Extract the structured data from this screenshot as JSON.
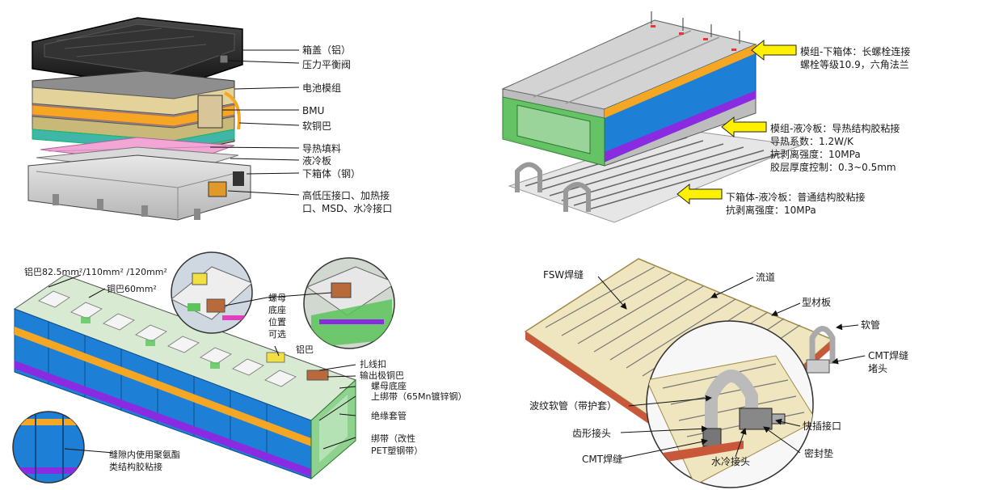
{
  "panel_tl": {
    "labels": [
      "箱盖（铝）",
      "压力平衡阀",
      "电池模组",
      "BMU",
      "软铜巴",
      "导热填料",
      "液冷板",
      "下箱体（钢）"
    ],
    "ports_line1": "高低压接口、加热接",
    "ports_line2": "口、MSD、水冷接口"
  },
  "panel_tr": {
    "callout1_line1": "模组-下箱体：长螺栓连接",
    "callout1_line2": "螺栓等级10.9，六角法兰",
    "callout2_lines": [
      "模组-液冷板：导热结构胶粘接",
      "导热系数：1.2W/K",
      "抗剥离强度：10MPa",
      "胶层厚度控制：0.3~0.5mm"
    ],
    "callout3_line1": "下箱体-液冷板：普通结构胶粘接",
    "callout3_line2": "抗剥离强度：10MPa"
  },
  "panel_bl": {
    "al_bar": "铝巴82.5mm²/110mm² /120mm²",
    "cu_bar": "铜巴60mm²",
    "nut_lines": [
      "螺母",
      "底座",
      "位置",
      "可选"
    ],
    "al_bar2": "铝巴",
    "cable_tie": "扎线扣",
    "output_bar": "输出极铜巴",
    "nut_base": "螺母底座",
    "upper_band": "上绑带（65Mn镀锌钢）",
    "insulation": "绝缘套管",
    "band_line1": "绑带（改性",
    "band_line2": "PET塑钢带）",
    "gap_line1": "缝隙内使用聚氨酯",
    "gap_line2": "类结构胶粘接"
  },
  "panel_br": {
    "fsw": "FSW焊缝",
    "channel": "流道",
    "profile": "型材板",
    "hose": "软管",
    "cmt_plug_line1": "CMT焊缝",
    "cmt_plug_line2": "堵头",
    "bellows": "波纹软管（带护套）",
    "tooth": "齿形接头",
    "quick": "快插接口",
    "cmt": "CMT焊缝",
    "water": "水冷接头",
    "seal": "密封垫"
  },
  "colors": {
    "arrow_yellow": "#fff000",
    "cell_blue": "#1e7fd6",
    "band_orange": "#f5a623",
    "band_purple": "#8a2be2",
    "busbar_green": "#5cc45c",
    "pink_pad": "#f2a6d6",
    "plate_cream": "#efe6bf"
  }
}
